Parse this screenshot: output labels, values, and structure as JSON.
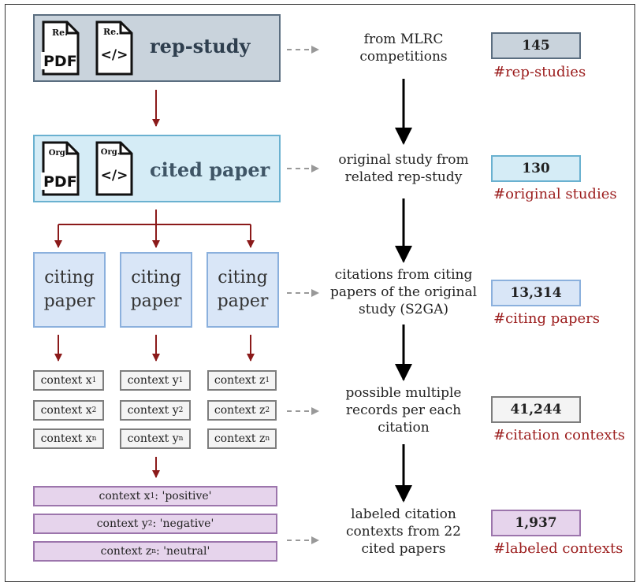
{
  "colors": {
    "rep_study_fill": "#c9d3dc",
    "cited_paper_fill": "#d5ecf6",
    "citing_paper_fill": "#d9e6f7",
    "context_fill": "#f4f4f4",
    "labeled_fill": "#e6d4ec",
    "red_arrow": "#8b1a1a",
    "caption_red": "#9b1c1c"
  },
  "rep_study": {
    "label": "rep-study",
    "pdf_tag": "Re.",
    "code_tag": "Re.",
    "pdf_text": "PDF",
    "code_text": "</>"
  },
  "cited_paper": {
    "label": "cited paper",
    "pdf_tag": "Org.",
    "code_tag": "Org.",
    "pdf_text": "PDF",
    "code_text": "</>"
  },
  "citing_papers": [
    {
      "line1": "citing",
      "line2": "paper"
    },
    {
      "line1": "citing",
      "line2": "paper"
    },
    {
      "line1": "citing",
      "line2": "paper"
    }
  ],
  "contexts": [
    [
      {
        "text": "context x",
        "sub": "1"
      },
      {
        "text": "context x",
        "sub": "2"
      },
      {
        "text": "context x",
        "sub": "n"
      }
    ],
    [
      {
        "text": "context y",
        "sub": "1"
      },
      {
        "text": "context y",
        "sub": "2"
      },
      {
        "text": "context y",
        "sub": "n"
      }
    ],
    [
      {
        "text": "context z",
        "sub": "1"
      },
      {
        "text": "context z",
        "sub": "2"
      },
      {
        "text": "context z",
        "sub": "n"
      }
    ]
  ],
  "labeled": [
    {
      "pre": "context x",
      "sub": "1",
      "post": " : 'positive'"
    },
    {
      "pre": "context y",
      "sub": "2",
      "post": " : 'negative'"
    },
    {
      "pre": "context z",
      "sub": "n",
      "post": " : 'neutral'"
    }
  ],
  "descriptions": [
    [
      "from MLRC",
      "competitions"
    ],
    [
      "original study from",
      "related rep-study"
    ],
    [
      "citations from citing",
      "papers of the original",
      "study (S2GA)"
    ],
    [
      "possible multiple",
      "records per each",
      "citation"
    ],
    [
      "labeled citation",
      "contexts from 22",
      "cited papers"
    ]
  ],
  "counts": [
    {
      "value": "145",
      "caption": "#rep-studies"
    },
    {
      "value": "130",
      "caption": "#original studies"
    },
    {
      "value": "13,314",
      "caption": "#citing papers"
    },
    {
      "value": "41,244",
      "caption": "#citation contexts"
    },
    {
      "value": "1,937",
      "caption": "#labeled contexts"
    }
  ]
}
